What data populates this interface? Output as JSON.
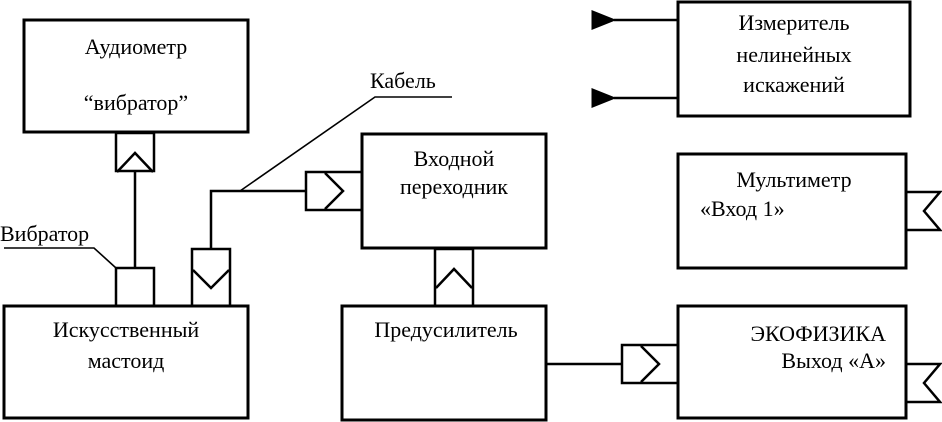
{
  "diagram": {
    "blocks": {
      "audiometer": {
        "line1": "Аудиометр",
        "line2": "“вибратор”"
      },
      "mastoid": {
        "line1": "Искусственный",
        "line2": "мастоид"
      },
      "input_adapter": {
        "line1": "Входной",
        "line2": "переходник"
      },
      "preamp": {
        "line1": "Предусилитель"
      },
      "distortion_meter": {
        "line1": "Измеритель",
        "line2": "нелинейных",
        "line3": "искажений"
      },
      "multimeter": {
        "line1": "Мультиметр",
        "line2": "«Вход 1»"
      },
      "ecophysics": {
        "line1": "ЭКОФИЗИКА",
        "line2": "Выход «А»"
      }
    },
    "callouts": {
      "cable": "Кабель",
      "vibrator": "Вибратор"
    },
    "colors": {
      "line": "#000000",
      "background": "#ffffff"
    }
  }
}
